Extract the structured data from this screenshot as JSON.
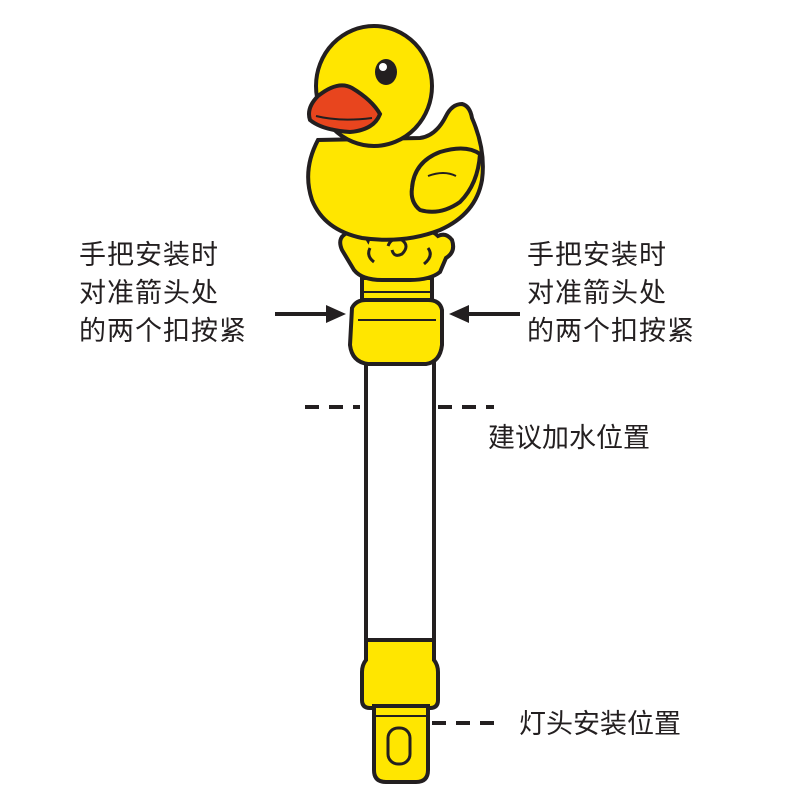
{
  "annotations": {
    "handle_left": [
      "手把安装时",
      "对准箭头处",
      "的两个扣按紧"
    ],
    "handle_right": [
      "手把安装时",
      "对准箭头处",
      "的两个扣按紧"
    ],
    "water_level": "建议加水位置",
    "lamp_position": "灯头安装位置"
  },
  "colors": {
    "duck_yellow": "#ffe600",
    "beak_orange": "#e8451e",
    "outline": "#231f20",
    "tube_white": "#ffffff",
    "background": "#ffffff"
  },
  "icons": {
    "mascot": "rubber-duck",
    "pointer": "arrow"
  }
}
